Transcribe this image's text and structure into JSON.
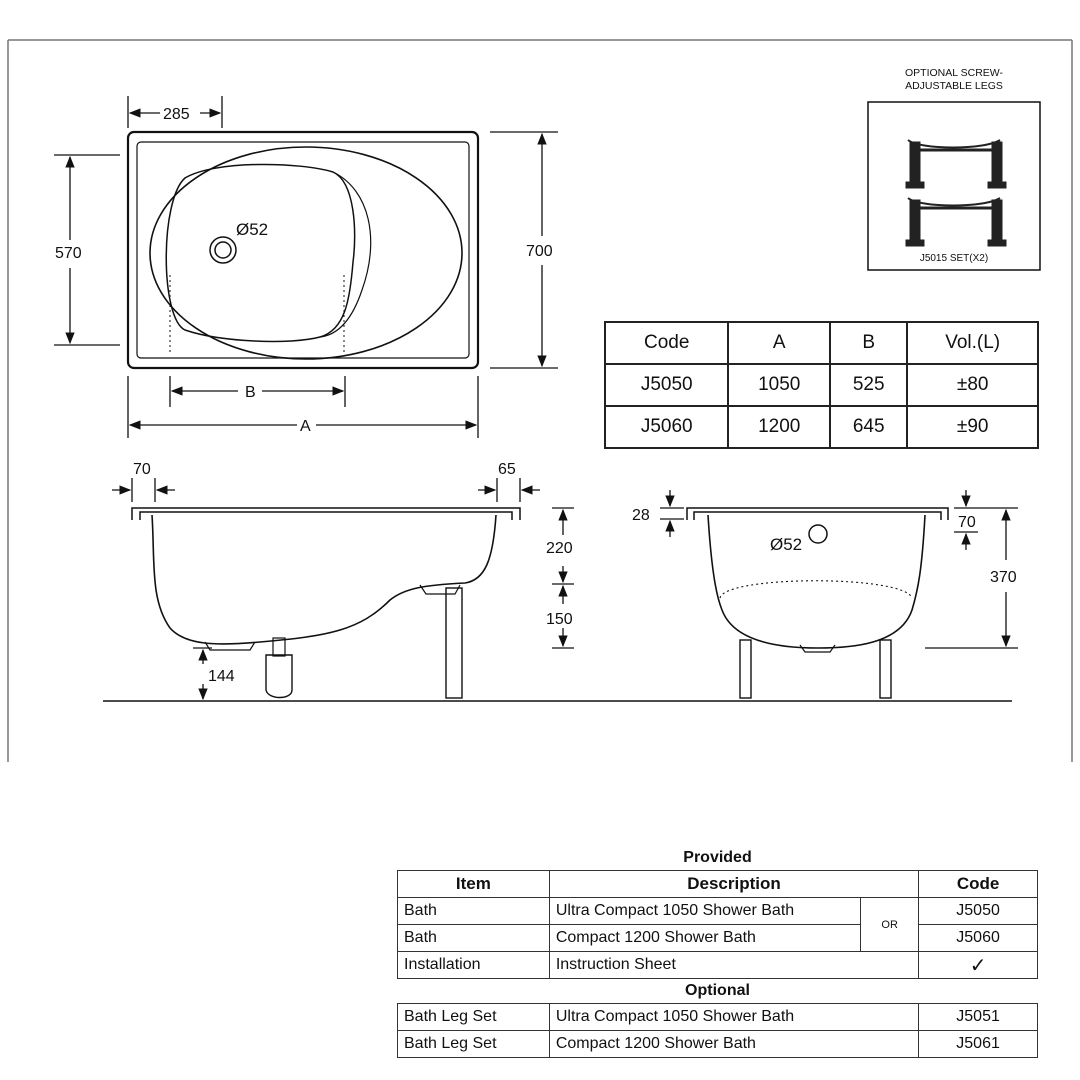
{
  "drawing": {
    "plan": {
      "dim_285": "285",
      "dim_570": "570",
      "dim_700": "700",
      "dim_b": "B",
      "dim_a": "A",
      "drain": "Ø52"
    },
    "legs_box": {
      "title_line1": "OPTIONAL SCREW-",
      "title_line2": "ADJUSTABLE LEGS",
      "set_label": "J5015 SET(X2)"
    },
    "side": {
      "dim_70": "70",
      "dim_65": "65",
      "dim_220": "220",
      "dim_150": "150",
      "dim_144": "144"
    },
    "end": {
      "dim_28": "28",
      "dim_70": "70",
      "dim_370": "370",
      "overflow": "Ø52"
    }
  },
  "spec_table": {
    "headers": [
      "Code",
      "A",
      "B",
      "Vol.(L)"
    ],
    "rows": [
      [
        "J5050",
        "1050",
        "525",
        "±80"
      ],
      [
        "J5060",
        "1200",
        "645",
        "±90"
      ]
    ]
  },
  "provided_table": {
    "caption": "Provided",
    "headers": [
      "Item",
      "Description",
      "Code"
    ],
    "or_label": "OR",
    "rows": [
      {
        "item": "Bath",
        "description": "Ultra Compact 1050 Shower Bath",
        "code": "J5050"
      },
      {
        "item": "Bath",
        "description": "Compact 1200 Shower Bath",
        "code": "J5060"
      },
      {
        "item": "Installation",
        "description": "Instruction Sheet",
        "code": "✓"
      }
    ]
  },
  "optional_table": {
    "caption": "Optional",
    "rows": [
      {
        "item": "Bath Leg Set",
        "description": "Ultra Compact 1050 Shower Bath",
        "code": "J5051"
      },
      {
        "item": "Bath Leg Set",
        "description": "Compact 1200 Shower Bath",
        "code": "J5061"
      }
    ]
  }
}
